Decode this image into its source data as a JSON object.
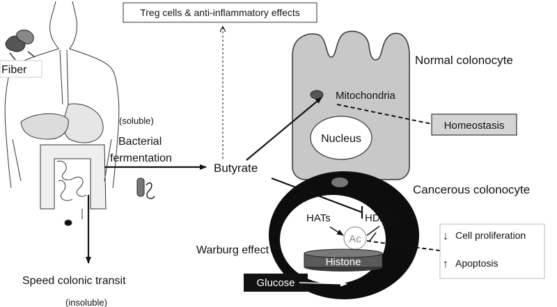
{
  "labels": {
    "top_box": "Treg cells & anti-inflammatory effects",
    "fiber": "Fiber",
    "soluble": "(soluble)",
    "bacterial": "Bacterial",
    "fermentation": "fermentation",
    "butyrate": "Butyrate",
    "normal_colonocyte": "Normal colonocyte",
    "mitochondria": "Mitochondria",
    "nucleus": "Nucleus",
    "homeostasis": "Homeostasis",
    "cancerous_colonocyte": "Cancerous colonocyte",
    "hats": "HATs",
    "hdacs": "HDACs",
    "ac": "Ac",
    "histone": "Histone",
    "warburg": "Warburg effect",
    "glucose": "Glucose",
    "cell_proliferation": "Cell proliferation",
    "apoptosis": "Apoptosis",
    "down_arrow": "↓",
    "up_arrow": "↑",
    "speed_transit": "Speed colonic transit",
    "insoluble": "(insoluble)"
  },
  "colors": {
    "line": "#111111",
    "cell_fill": "#c8c8c8",
    "box_fill": "#d4d4d4",
    "histone_fill": "#5a5a5a",
    "glucose_fill": "#111111",
    "cancer_ring": "#0d0d0d",
    "organ_fill": "#e6e6e6"
  }
}
